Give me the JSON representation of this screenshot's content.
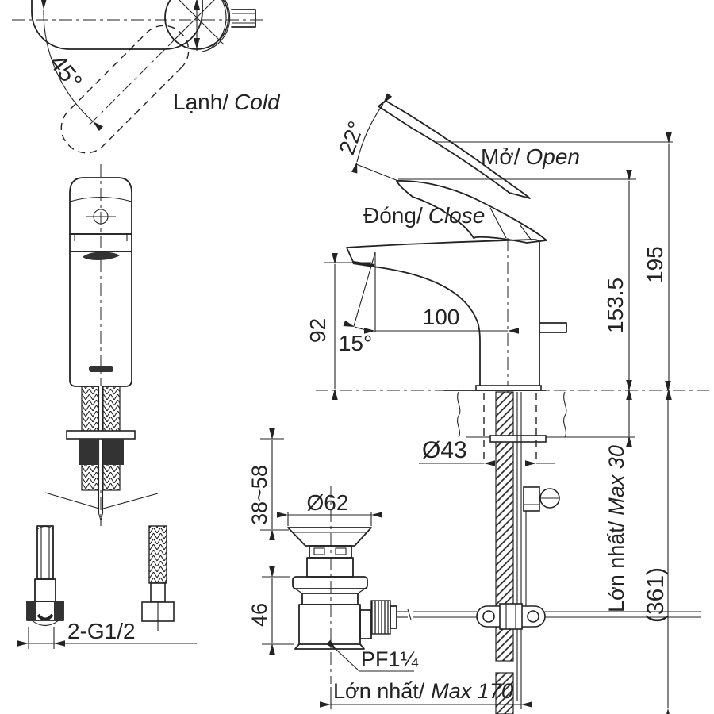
{
  "colors": {
    "ink": "#232323",
    "bg": "#ffffff"
  },
  "top_view": {
    "rotation_angle": "45°",
    "cold_vi": "Lạnh/",
    "cold_en": "Cold"
  },
  "handle": {
    "open_angle": "22°",
    "open_vi": "Mở/",
    "open_en": "Open",
    "close_vi": "Đóng/",
    "close_en": "Close"
  },
  "spout": {
    "height": "92",
    "reach": "100",
    "angle": "15°"
  },
  "heights": {
    "to_spout_top": "153.5",
    "total": "195"
  },
  "installation": {
    "base_diameter": "Ø43",
    "counter_max_vi": "Lớn nhất/",
    "counter_max_en": "Max 30",
    "below_counter": "(361)",
    "supply_connection": "2-G1/2"
  },
  "drain": {
    "tail_adjust": "38~58",
    "flange_diameter": "Ø62",
    "body_height": "46",
    "thread": "PF1¼",
    "rod_max_vi": "Lớn nhất/",
    "rod_max_en": "Max 170"
  }
}
